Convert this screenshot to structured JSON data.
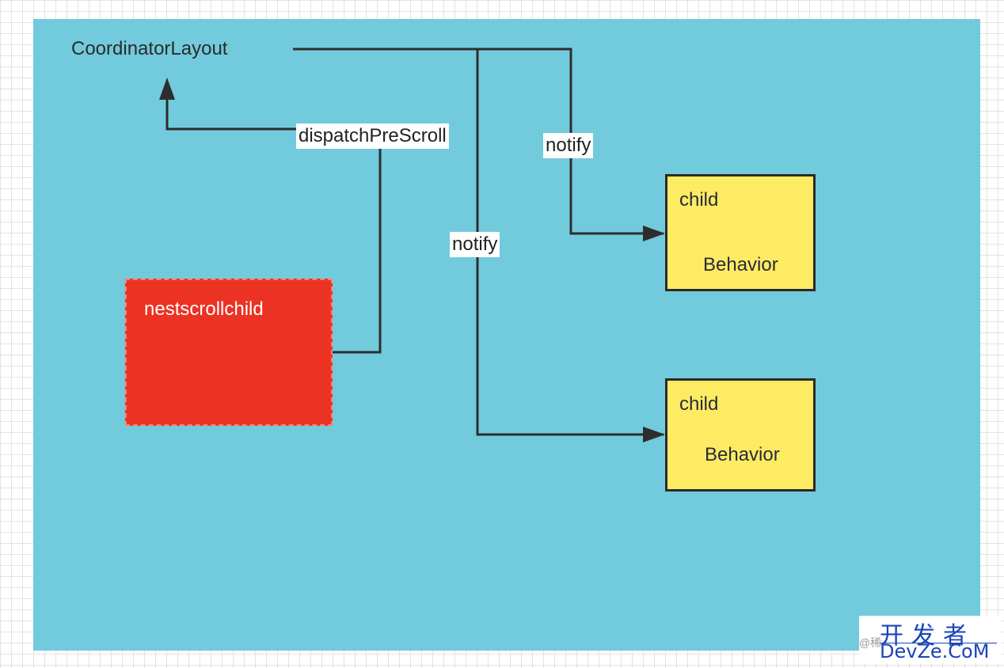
{
  "nodes": {
    "coordinator": "CoordinatorLayout",
    "nested_child": "nestscrollchild",
    "child_top": {
      "title": "child",
      "subtitle": "Behavior"
    },
    "child_bottom": {
      "title": "child",
      "subtitle": "Behavior"
    }
  },
  "edges": {
    "dispatch": "dispatchPreScroll",
    "notify_top": "notify",
    "notify_bottom": "notify"
  },
  "watermark": {
    "line1": "开发者",
    "line2": "DevZe.CoM",
    "at": "@稀"
  },
  "colors": {
    "canvas": "#72cadd",
    "child_fill": "#fdec63",
    "nested_fill": "#ec3222",
    "line": "#2d2d2d",
    "watermark": "#1a44b8"
  }
}
